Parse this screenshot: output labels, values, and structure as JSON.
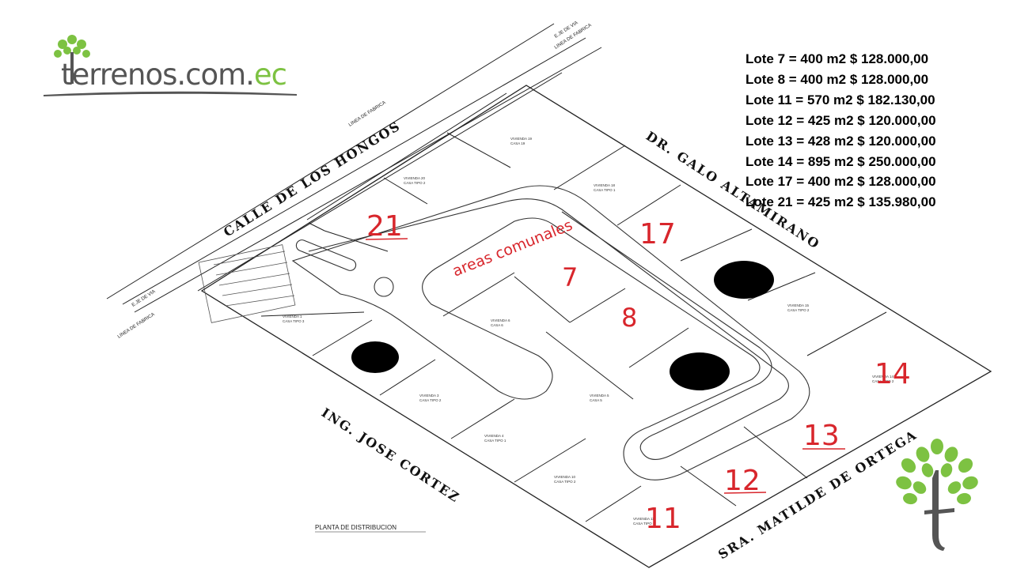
{
  "logo": {
    "brand_main": "terrenos.com.",
    "brand_suffix": "ec"
  },
  "price_list": [
    "Lote 7 = 400 m2  $ 128.000,00",
    "Lote 8 = 400 m2  $ 128.000,00",
    "Lote 11 = 570 m2 $ 182.130,00",
    "Lote 12 = 425 m2 $ 120.000,00",
    "Lote 13 = 428 m2 $ 120.000,00",
    "Lote 14 = 895 m2 $ 250.000,00",
    "Lote 17 = 400 m2 $ 128.000,00",
    "Lote 21 = 425 m2 $ 135.980,00"
  ],
  "streets": {
    "north": "CALLE DE LOS HONGOS",
    "east": "DR. GALO ALTAMIRANO",
    "south": "SRA. MATILDE DE ORTEGA",
    "west": "ING. JOSE CORTEZ"
  },
  "small_labels": {
    "eje_via_top": "E.JE DE VIA",
    "linea_fabrica_top": "LINEA DE FABRICA",
    "linea_fabrica_mid": "LINEA DE FABRICA",
    "eje_via_left": "E.JE DE VIA",
    "linea_fabrica_left": "LINEA DE FABRICA"
  },
  "plan_title": "PLANTA DE DISTRIBUCION",
  "annotation_areas": "areas comunales",
  "lot_numbers": {
    "n21": "21",
    "n17": "17",
    "n7": "7",
    "n8": "8",
    "n14": "14",
    "n13": "13",
    "n12": "12",
    "n11": "11"
  },
  "colors": {
    "annotation_red": "#d8262c",
    "brand_green": "#7dc242",
    "brand_gray": "#555555",
    "line": "#222222"
  }
}
